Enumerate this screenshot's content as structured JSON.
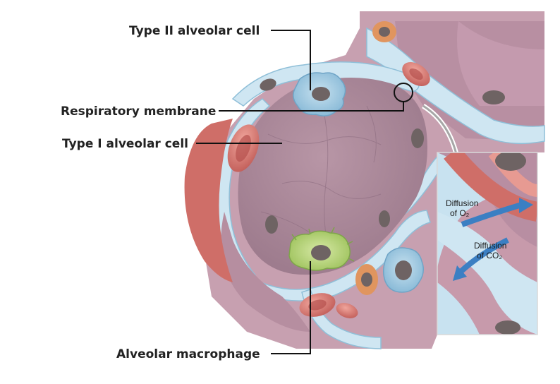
{
  "labels": {
    "type2": "Type II alveolar cell",
    "respiratory": "Respiratory membrane",
    "type1": "Type I alveolar cell",
    "macrophage": "Alveolar macrophage"
  },
  "inset": {
    "o2_line1": "Diffusion",
    "o2_line2": "of O₂",
    "co2_line1": "Diffusion",
    "co2_line2": "of CO₂"
  },
  "colors": {
    "tissue": "#c7a0b0",
    "alveolus": "#a78596",
    "membrane": "#cfe6f2",
    "blood": "#cf6e68",
    "type2_cell": "#a9cde2",
    "macrophage": "#b4d27c",
    "nucleus": "#6e6363",
    "arrow": "#3b7fc3",
    "leader": "#111111"
  }
}
